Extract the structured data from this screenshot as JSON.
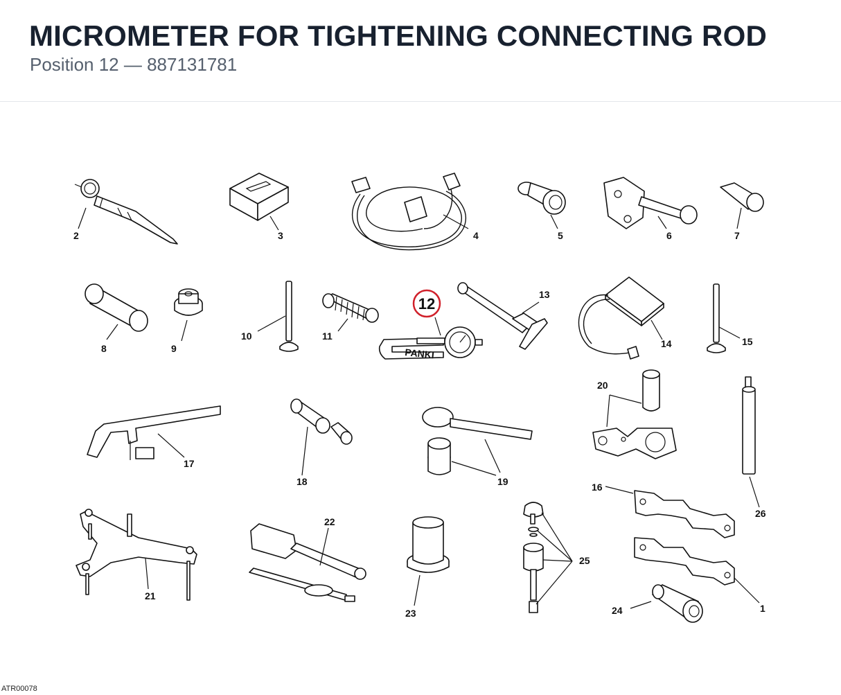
{
  "header": {
    "title": "MICROMETER FOR TIGHTENING CONNECTING ROD",
    "subtitle": "Position 12 — 887131781"
  },
  "diagram": {
    "highlight_color": "#d0202a",
    "highlighted_label": "12",
    "part_labels": [
      "1",
      "2",
      "3",
      "4",
      "5",
      "6",
      "7",
      "8",
      "9",
      "10",
      "11",
      "12",
      "13",
      "14",
      "15",
      "16",
      "17",
      "18",
      "19",
      "20",
      "21",
      "22",
      "23",
      "24",
      "25",
      "26"
    ],
    "stamp_text": "PANKI"
  },
  "footer": {
    "doc_code": "ATR00078"
  }
}
